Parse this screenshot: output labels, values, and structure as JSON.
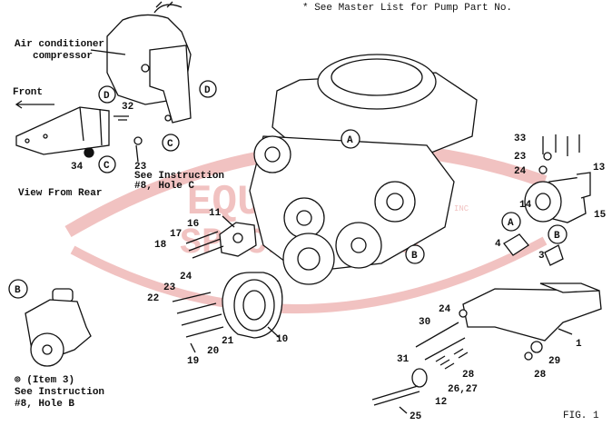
{
  "header_note": "* See Master List for Pump Part No.",
  "figure_label": "FIG. 1",
  "watermark": {
    "line1": "EQUIPMENT",
    "line2": "SPECIALISTS",
    "small": "INC",
    "color": "#d9534f"
  },
  "texts": {
    "ac_line1": "Air conditioner",
    "ac_line2": "compressor",
    "front": "Front",
    "view_rear": "View From Rear",
    "instr_c_1": "See Instruction",
    "instr_c_2": "#8, Hole C",
    "item3_1": "(Item 3)",
    "item3_2": "See Instruction",
    "item3_3": "#8, Hole B"
  },
  "callouts": {
    "A": "A",
    "B": "B",
    "C": "C",
    "D": "D"
  },
  "parts": {
    "p1": "1",
    "p3": "3",
    "p4": "4",
    "p10": "10",
    "p11": "11",
    "p12": "12",
    "p13": "13",
    "p14": "14",
    "p15": "15",
    "p16": "16",
    "p17": "17",
    "p18": "18",
    "p19": "19",
    "p20": "20",
    "p21": "21",
    "p22": "22",
    "p23": "23",
    "p24": "24",
    "p25": "25",
    "p2627": "26,27",
    "p28": "28",
    "p29": "29",
    "p30": "30",
    "p31": "31",
    "p32": "32",
    "p33": "33",
    "p34": "34"
  }
}
